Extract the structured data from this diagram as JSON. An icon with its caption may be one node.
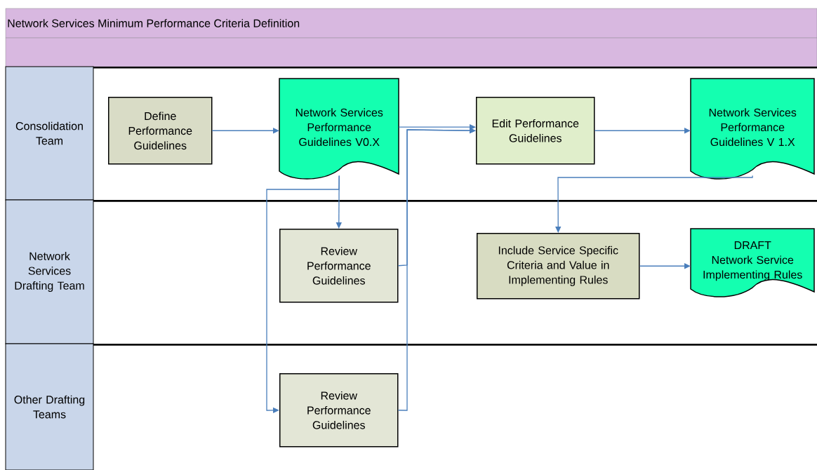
{
  "diagram": {
    "title": "Network Services Minimum Performance Criteria Definition",
    "nodes": [
      {
        "text": [
          "Consolidation Team"
        ]
      },
      {
        "text": [
          "Define Performance Guidelines"
        ],
        "in": 0
      },
      {
        "text": [
          "Network Services Performance Guidelines V0.X"
        ],
        "in": 0
      },
      {
        "text": [
          "Edit Performance Guidelines"
        ],
        "in": 0
      },
      {
        "text": [
          "Network Services Performance Guidelines V 1.X"
        ],
        "in": 0
      },
      {
        "text": [
          "Network Services Drafting Team"
        ]
      },
      {
        "text": [
          "Review Performance Guidelines"
        ],
        "in": 5
      },
      {
        "text": [
          "Include Service Specific Criteria and Value in Implementing Rules"
        ],
        "in": 5
      },
      {
        "text": [
          "DRAFT Network Service Implementing Rules"
        ],
        "in": 5
      },
      {
        "text": [
          "Other Drafting Teams"
        ]
      },
      {
        "text": [
          "Review Performance Guidelines"
        ],
        "in": 9
      }
    ],
    "edges": [
      {
        "from": 1,
        "to": 2,
        "arrow": "to"
      },
      {
        "from": 2,
        "to": 3,
        "arrow": "to"
      },
      {
        "from": 6,
        "to": 3,
        "arrow": "to"
      },
      {
        "from": 10,
        "to": 3,
        "arrow": "to"
      },
      {
        "from": 2,
        "to": 6,
        "arrow": "to"
      },
      {
        "from": 2,
        "to": 10,
        "arrow": "to"
      },
      {
        "from": 3,
        "to": 4,
        "arrow": "to"
      },
      {
        "from": 4,
        "to": 7,
        "arrow": "to"
      },
      {
        "from": 7,
        "to": 8,
        "arrow": "to"
      }
    ]
  }
}
